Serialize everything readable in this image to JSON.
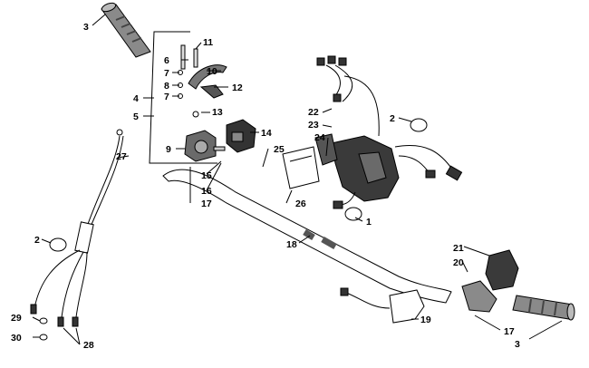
{
  "callouts": {
    "c1": "1",
    "c2a": "2",
    "c2b": "2",
    "c3a": "3",
    "c3b": "3",
    "c4": "4",
    "c5": "5",
    "c6": "6",
    "c7a": "7",
    "c7b": "7",
    "c8": "8",
    "c9": "9",
    "c10": "10",
    "c11": "11",
    "c12": "12",
    "c13": "13",
    "c14": "14",
    "c15": "15",
    "c16": "16",
    "c17a": "17",
    "c17b": "17",
    "c18": "18",
    "c19": "19",
    "c20": "20",
    "c21": "21",
    "c22": "22",
    "c23": "23",
    "c24": "24",
    "c25": "25",
    "c26": "26",
    "c27": "27",
    "c28": "28",
    "c29": "29",
    "c30": "30"
  }
}
